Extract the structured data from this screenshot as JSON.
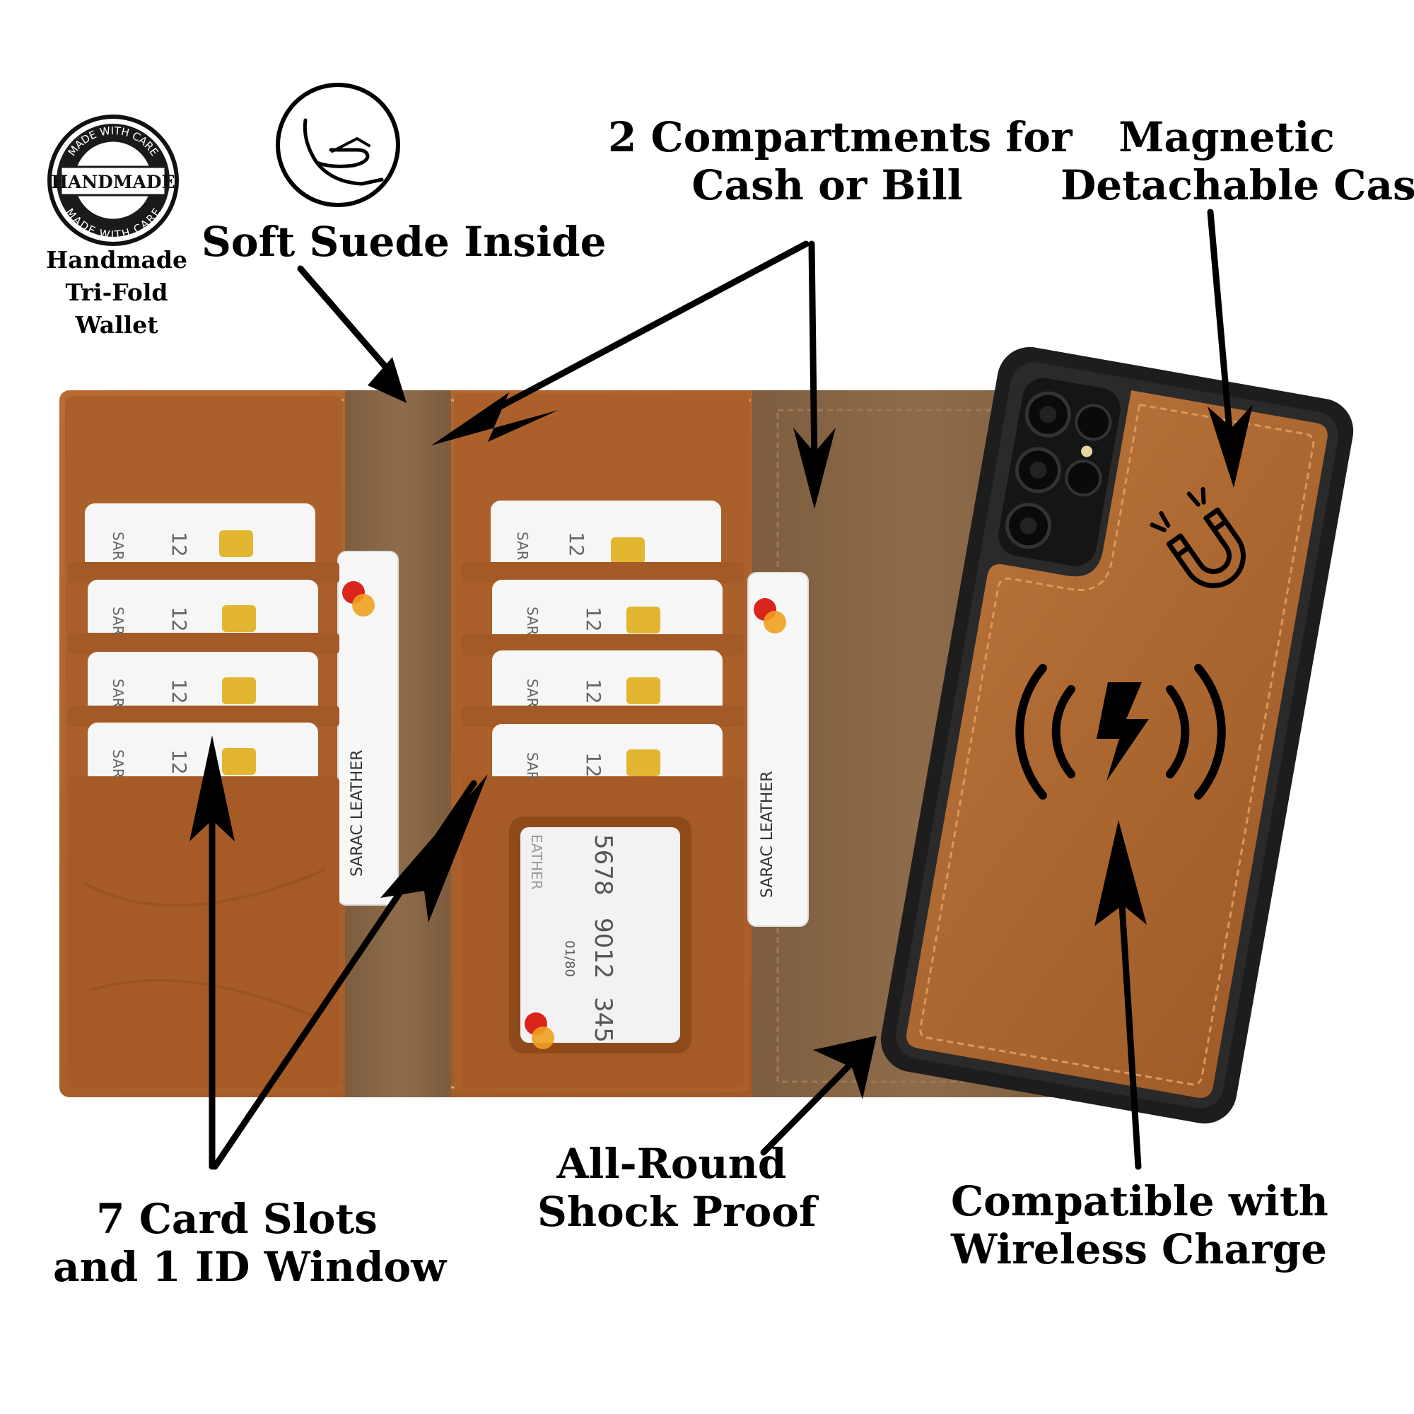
{
  "colors": {
    "background": "#ffffff",
    "leather": "#b0652c",
    "leather_dark": "#8a4a1c",
    "suede": "#8b6a48",
    "phone_bumper": "#1d1d1d",
    "text": "#000000"
  },
  "badge": {
    "ring_top": "MADE WITH CARE",
    "ring_bottom": "MADE WITH CARE",
    "center": "HANDMADE",
    "caption": [
      "Handmade",
      "Tri-Fold",
      "Wallet"
    ]
  },
  "callouts": {
    "soft_suede": "Soft Suede Inside",
    "compartments": [
      "2 Compartments for",
      "Cash or Bill"
    ],
    "magnetic": [
      "Magnetic",
      "Detachable Case"
    ],
    "card_slots": [
      "7 Card Slots",
      "and 1 ID Window"
    ],
    "shock_proof": [
      "All-Round",
      "Shock Proof"
    ],
    "wireless": [
      "Compatible with",
      "Wireless Charge"
    ]
  },
  "cards": {
    "slot_text": "SAR",
    "slot_number": "12",
    "side_card_text": "SARAC LEATHER",
    "side_card_brand": "MasterCard",
    "id_card_text": "EATHER",
    "id_card_number": [
      "5678",
      "9012",
      "345"
    ],
    "id_card_valid": "01/80"
  },
  "icons": [
    "hand-touch-icon",
    "magnet-icon",
    "wireless-charge-icon",
    "handmade-seal-icon"
  ]
}
